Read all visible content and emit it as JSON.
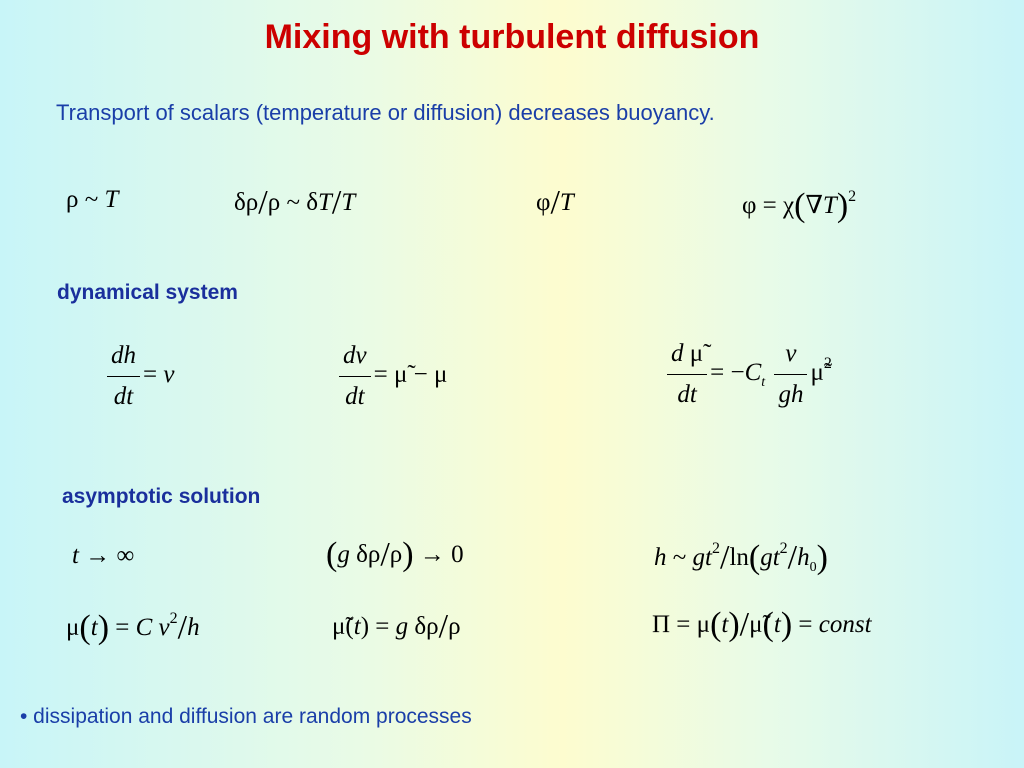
{
  "title": "Mixing with turbulent diffusion",
  "subtitle": "Transport of scalars (temperature or diffusion) decreases buoyancy.",
  "sections": {
    "dynamical": "dynamical system",
    "asymptotic": "asymptotic solution"
  },
  "bullet": "• dissipation and diffusion are random processes",
  "colors": {
    "title": "#cc0000",
    "text": "#1a3ea8",
    "section": "#1a2f9c"
  }
}
